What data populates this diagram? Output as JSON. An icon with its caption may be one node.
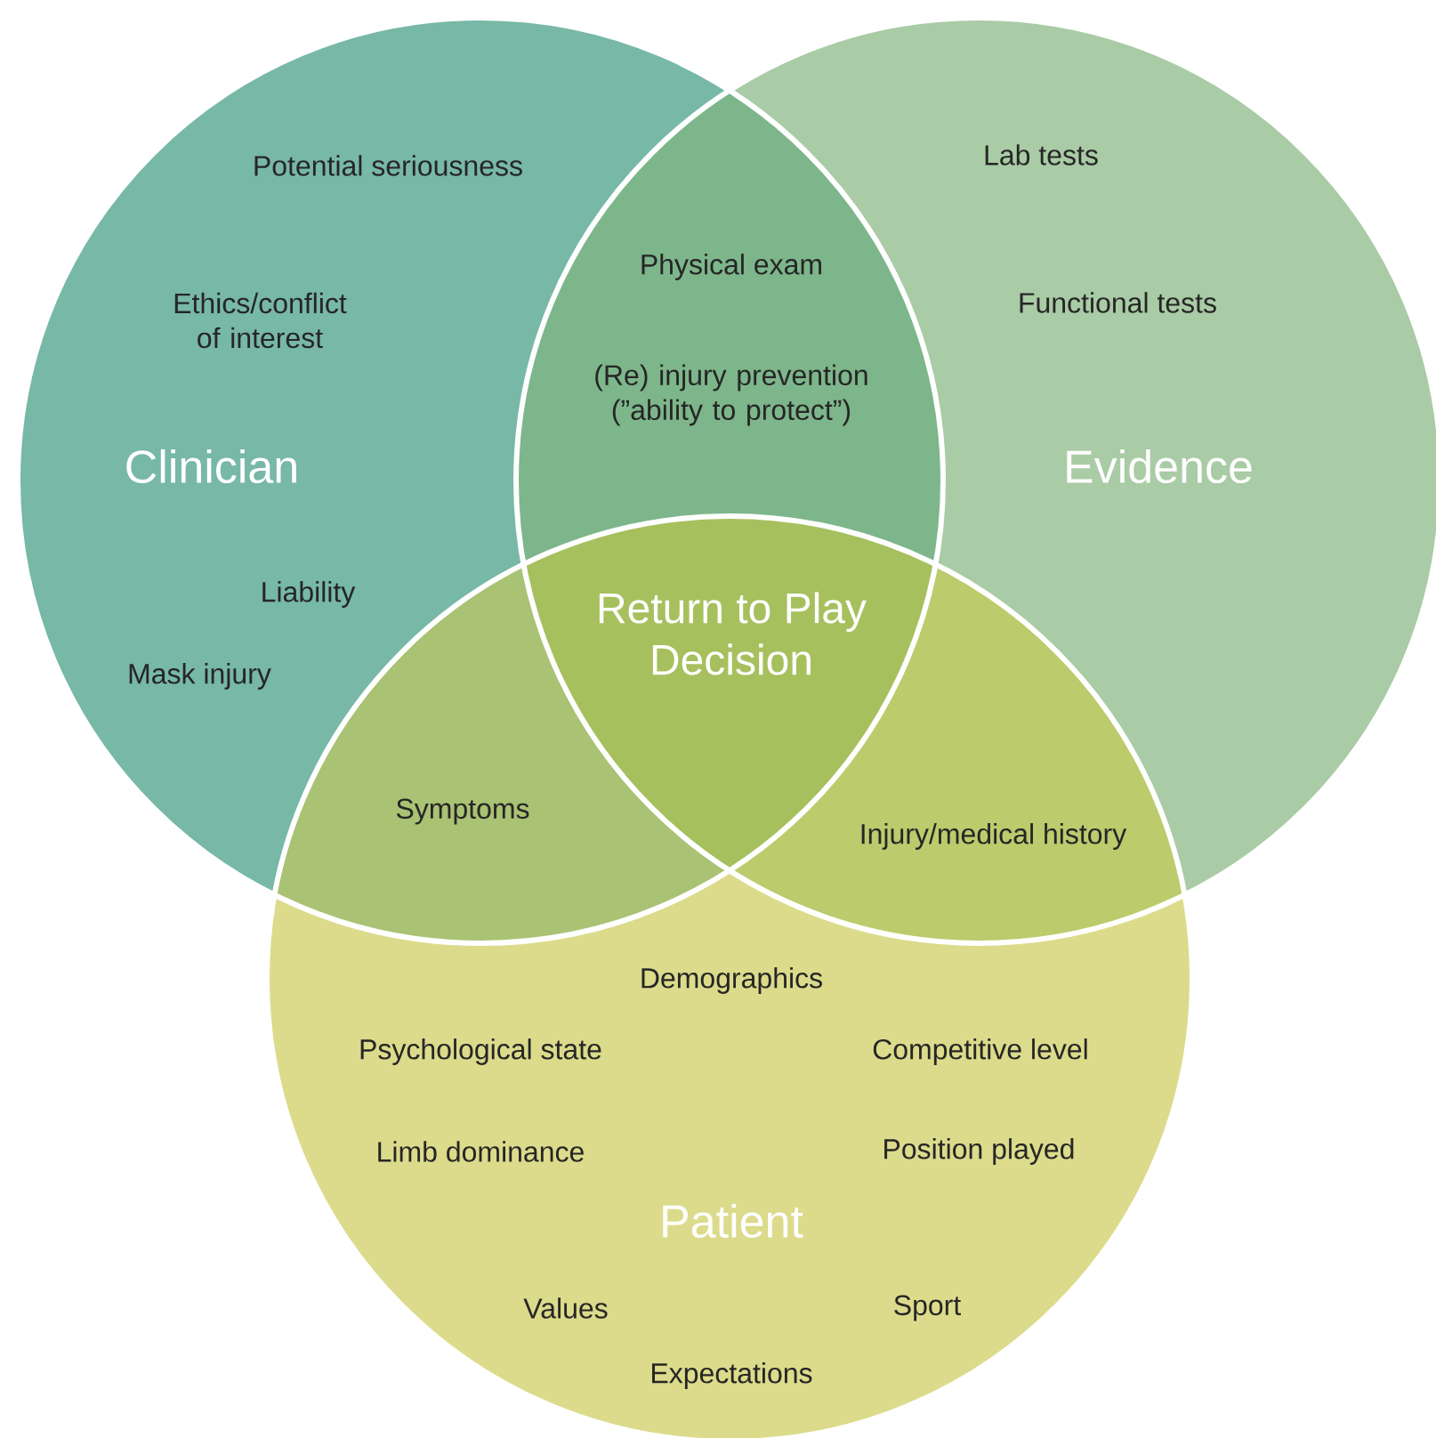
{
  "diagram": {
    "nodes": [
      {
        "text": [
          "Potential seriousness",
          "Ethics/conflict of interest",
          "Clinician",
          "Liability",
          "Mask injury"
        ]
      },
      {
        "text": [
          "Lab tests",
          "Functional tests",
          "Evidence"
        ]
      },
      {
        "text": [
          "Demographics",
          "Psychological state",
          "Competitive level",
          "Limb dominance",
          "Position played",
          "Patient",
          "Values",
          "Sport",
          "Expectations"
        ]
      }
    ],
    "edges": [],
    "labels": [
      "Physical exam",
      "(Re) injury prevention (”ability to protect”)",
      "Return to Play Decision",
      "Symptoms",
      "Injury/medical history"
    ]
  }
}
